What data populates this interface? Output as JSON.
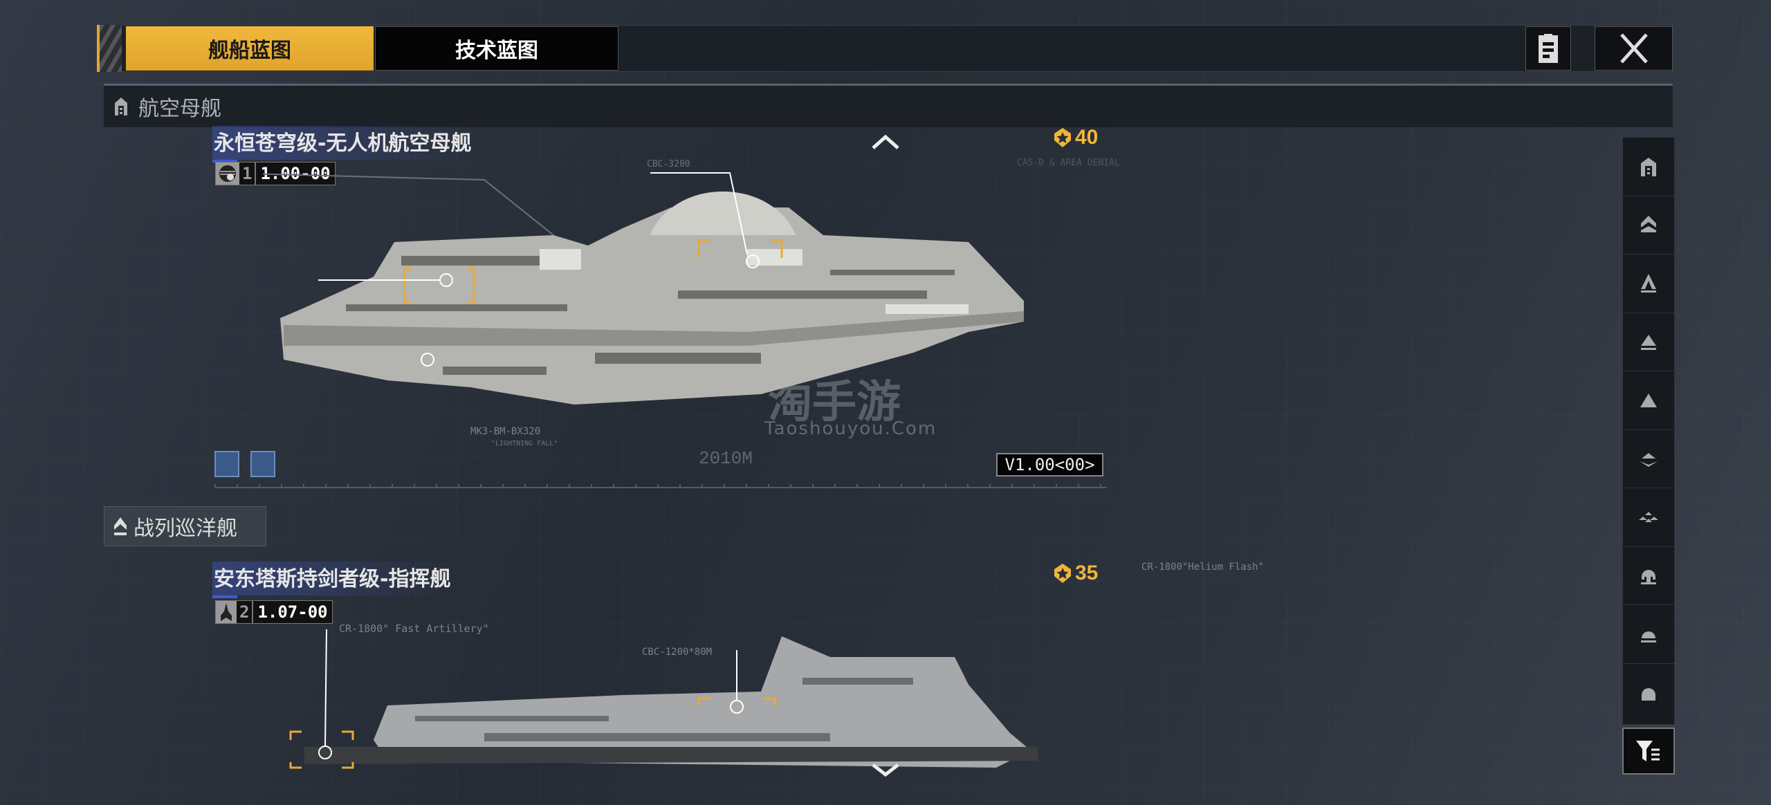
{
  "tabs": [
    {
      "label": "舰船蓝图",
      "active": true
    },
    {
      "label": "技术蓝图",
      "active": false
    }
  ],
  "icons": {
    "doc": "document-icon",
    "close": "close-icon"
  },
  "categories": [
    {
      "label": "航空母舰",
      "icon": "carrier-icon"
    },
    {
      "label": "战列巡洋舰",
      "icon": "battlecruiser-icon"
    }
  ],
  "ships": [
    {
      "name": "永恒苍穹级-无人机航空母舰",
      "tier": "1",
      "version": "1.00-00",
      "rating": "40",
      "label": "CBC-3200",
      "module": "MK3-BM-BX320",
      "module_sub": "\"LIGHTNING FALL\"",
      "length": "2010M",
      "build": "V1.00<00>",
      "area": "CAS-D & AREA DENIAL"
    },
    {
      "name": "安东塔斯持剑者级-指挥舰",
      "tier": "2",
      "version": "1.07-00",
      "rating": "35",
      "label": "CBC-1200*80M",
      "weapon": "CR-1800\" Fast Artillery\"",
      "spec": "CR-1800\"Helium Flash\""
    }
  ],
  "sidebar": [
    "carrier",
    "battlecruiser",
    "cruiser",
    "destroyer",
    "frigate",
    "corvette",
    "fighter",
    "support",
    "auxiliary",
    "misc"
  ],
  "watermark": {
    "cn": "淘手游",
    "en": "Taoshouyou.Com"
  },
  "colors": {
    "accent": "#e8ab33",
    "title_bar": "#3d5bd8"
  }
}
